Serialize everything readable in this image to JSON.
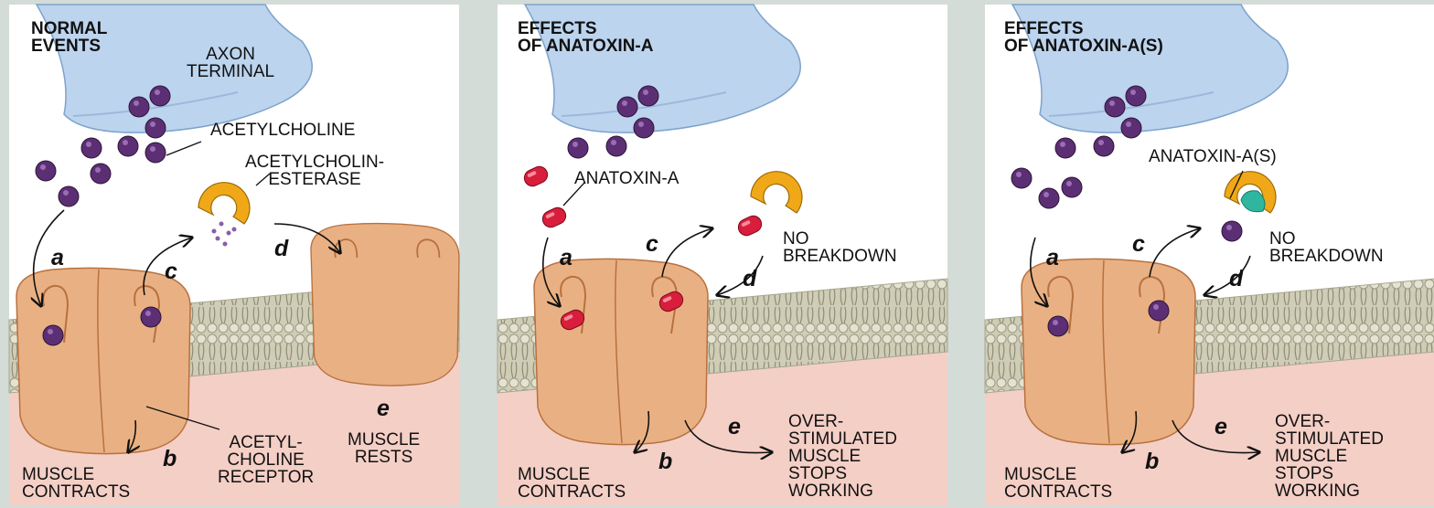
{
  "panels": [
    {
      "title": "NORMAL\nEVENTS",
      "axon_label": "AXON\nTERMINAL",
      "acetylcholine_label": "ACETYLCHOLINE",
      "enzyme_label": "ACETYLCHOLIN-\nESTERASE",
      "receptor_label": "ACETYL-\nCHOLINE\nRECEPTOR",
      "contracts_label": "MUSCLE\nCONTRACTS",
      "rests_label": "MUSCLE\nRESTS",
      "steps": {
        "a": "a",
        "b": "b",
        "c": "c",
        "d": "d",
        "e": "e"
      }
    },
    {
      "title": "EFFECTS\nOF ANATOXIN-A",
      "toxin_label": "ANATOXIN-A",
      "breakdown_label": "NO\nBREAKDOWN",
      "contracts_label": "MUSCLE\nCONTRACTS",
      "overstim_label": "OVER-\nSTIMULATED\nMUSCLE\nSTOPS\nWORKING",
      "steps": {
        "a": "a",
        "b": "b",
        "c": "c",
        "d": "d",
        "e": "e"
      }
    },
    {
      "title": "EFFECTS\nOF ANATOXIN-A(S)",
      "toxin_label": "ANATOXIN-A(S)",
      "breakdown_label": "NO\nBREAKDOWN",
      "contracts_label": "MUSCLE\nCONTRACTS",
      "overstim_label": "OVER-\nSTIMULATED\nMUSCLE\nSTOPS\nWORKING",
      "steps": {
        "a": "a",
        "b": "b",
        "c": "c",
        "d": "d",
        "e": "e"
      }
    }
  ],
  "colors": {
    "background": "#d4dcd8",
    "panel": "#ffffff",
    "axon_terminal": "#bcd4ee",
    "acetylcholine": "#5c2f75",
    "acetylcholinesterase": "#f0a818",
    "anatoxin_a": "#d81e3c",
    "anatoxin_a_s": "#2fb69e",
    "receptor": "#e9b183",
    "membrane": "#cbcab2",
    "muscle": "#f4cfc6"
  }
}
